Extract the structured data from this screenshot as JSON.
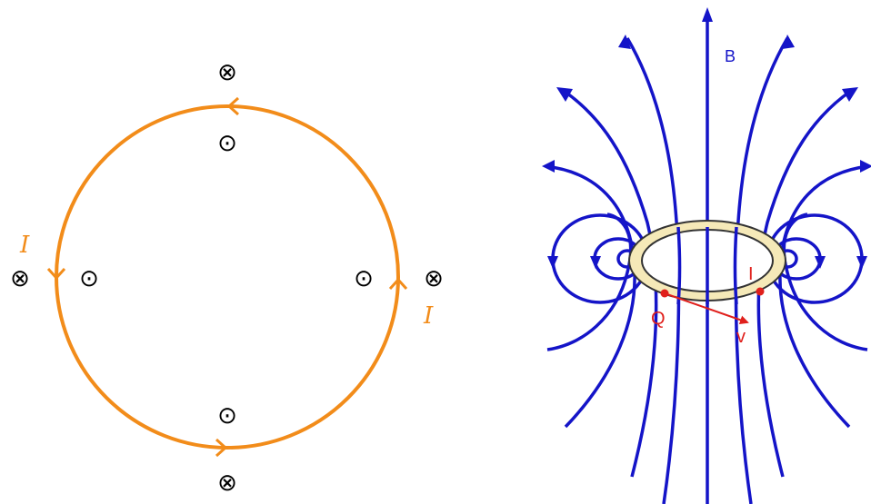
{
  "colors": {
    "loop": "#f28c1a",
    "field": "#1414c8",
    "ring_fill": "#f5e9b8",
    "ring_stroke": "#333333",
    "charge": "#e0201c"
  },
  "left_diagram": {
    "current_label_left": "I",
    "current_label_right": "I",
    "into_page_symbol": "⊗",
    "out_of_page_symbol": "⊙"
  },
  "right_diagram": {
    "field_label": "B",
    "current_label": "I",
    "charge_label": "Q",
    "velocity_label": "v"
  }
}
